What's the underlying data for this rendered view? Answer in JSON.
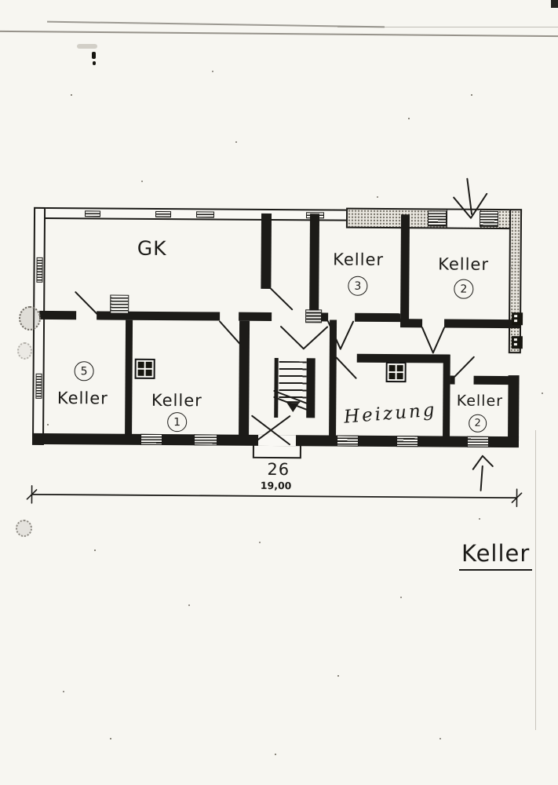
{
  "title_block": {
    "label": "Keller"
  },
  "dimensions": {
    "annotation": "26",
    "total_width": "19,00"
  },
  "rooms": {
    "gk": {
      "label": "GK"
    },
    "keller3": {
      "label": "Keller",
      "number": "3"
    },
    "keller2_top": {
      "label": "Keller",
      "number": "2"
    },
    "keller5": {
      "label": "Keller",
      "number": "5"
    },
    "keller1": {
      "label": "Keller",
      "number": "1"
    },
    "heizung": {
      "label": "Heizung"
    },
    "keller2_bottom": {
      "label": "Keller",
      "number": "2"
    }
  },
  "icons": {
    "entrance_arrow_top": "down-arrow",
    "entrance_arrow_bottom": "up-arrow",
    "stair_down_arrow": "down-triangle"
  },
  "colors": {
    "ink": "#1c1b18",
    "paper": "#f7f6f1",
    "wall_stipple_bg": "#e8e5de"
  }
}
